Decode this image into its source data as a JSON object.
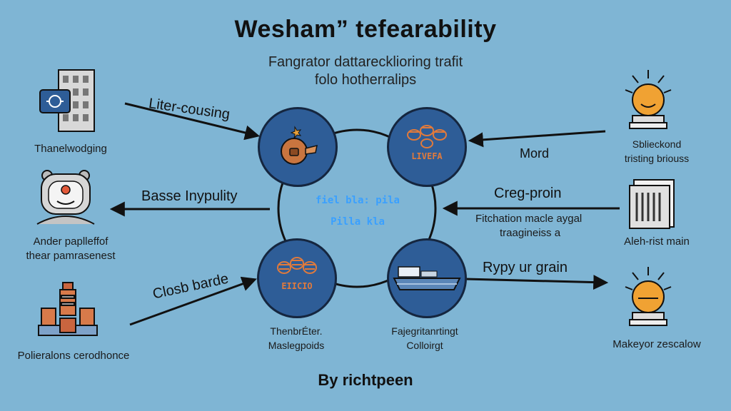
{
  "title": "Wesham” tefearability",
  "subtitle_line1": "Fangrator dattarecklioring trafit",
  "subtitle_line2": "folo hotherralips",
  "footer": "By richtpeen",
  "center_text": [
    "fiel bla: pila",
    "Pilla kla"
  ],
  "left": {
    "item1": {
      "label": "Thanelwodging",
      "icon": "office-building-icon"
    },
    "item2": {
      "label_line1": "Ander paplleffof",
      "label_line2": "thear pamrasenest",
      "icon": "robot-face-icon"
    },
    "item3": {
      "label": "Polieralons cerodhonce",
      "icon": "factory-towers-icon"
    }
  },
  "right": {
    "item1": {
      "label_line1": "Sblieckond",
      "label_line2": "tristing briouss",
      "icon": "sun-burst-icon"
    },
    "item2": {
      "label": "Aleh-rist main",
      "icon": "server-rack-icon"
    },
    "item3": {
      "label": "Makeyor zescalow",
      "icon": "sun-burst-icon"
    }
  },
  "arrows": {
    "liter_cousing": "Liter-cousing",
    "basse_inypulity": "Basse Inypulity",
    "closb_barde": "Closb barde",
    "mord": "Mord",
    "creg_proin": "Creg-proin",
    "fitchation_line1": "Fitchation macle aygal",
    "fitchation_line2": "traagineiss a",
    "rypy": "Rypy ur grain"
  },
  "nodes": {
    "top_left": {
      "icon": "bomb-icon"
    },
    "top_right": {
      "icon": "stacked-bags-icon",
      "text": "LIVEFA"
    },
    "bottom_left": {
      "icon": "stacked-bags-icon",
      "text": "EIICIO"
    },
    "bottom_right": {
      "icon": "cargo-ship-icon"
    }
  },
  "node_labels": {
    "bottom_left_line1": "ThenbrÉter.",
    "bottom_left_line2": "Maslegpoids",
    "bottom_right_line1": "Fajegritanrtingt",
    "bottom_right_line2": "Colloirgt"
  },
  "colors": {
    "background": "#7fb5d4",
    "node": "#2e5d97",
    "accent": "#3aa0ff"
  }
}
